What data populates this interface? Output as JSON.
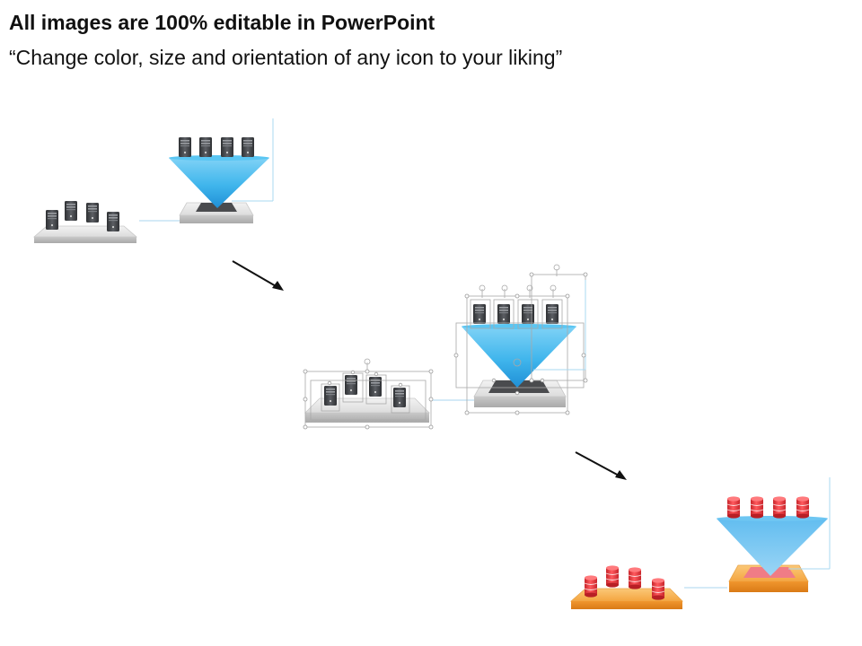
{
  "header": {
    "title": "All images are 100% editable in PowerPoint",
    "subtitle": "“Change color, size and orientation of any icon to your liking”"
  },
  "colors": {
    "funnel": "#48bdef",
    "funnel_light": "#b9e6fb",
    "server_dark": "#3f4145",
    "server_mid": "#6a6d72",
    "gray_base_top": "#e9e9e9",
    "gray_base_side": "#bdbdbd",
    "red_cylinder": "#e8373c",
    "orange_base_top": "#f7b556",
    "orange_base_side": "#e88a24",
    "pink_tray": "#f07c86",
    "selection": "#a9a9a9",
    "arrow": "#111111"
  },
  "steps": [
    {
      "name": "gray-servers",
      "icon": "server-icon"
    },
    {
      "name": "selected-servers",
      "icon": "server-icon"
    },
    {
      "name": "red-databases",
      "icon": "database-cylinder-icon"
    }
  ]
}
